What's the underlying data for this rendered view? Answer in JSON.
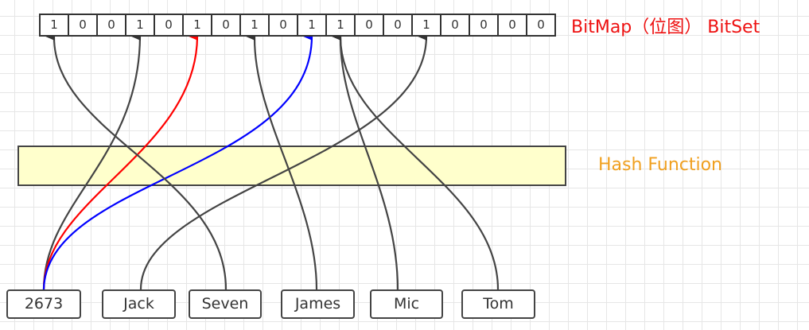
{
  "bitmap": {
    "label": "BitMap（位图） BitSet",
    "bits": [
      "1",
      "0",
      "0",
      "1",
      "0",
      "1",
      "0",
      "1",
      "0",
      "1",
      "1",
      "0",
      "0",
      "1",
      "0",
      "0",
      "0",
      "0"
    ]
  },
  "hash": {
    "label": "Hash Function"
  },
  "inputs": [
    "2673",
    "Jack",
    "Seven",
    "James",
    "Mic",
    "Tom"
  ],
  "connections": [
    {
      "from": "2673",
      "bit": 3,
      "color": "#444444"
    },
    {
      "from": "2673",
      "bit": 5,
      "color": "#ff0000"
    },
    {
      "from": "2673",
      "bit": 9,
      "color": "#0000ff"
    },
    {
      "from": "Jack",
      "bit": 13,
      "color": "#444444"
    },
    {
      "from": "Seven",
      "bit": 0,
      "color": "#444444"
    },
    {
      "from": "James",
      "bit": 7,
      "color": "#444444"
    },
    {
      "from": "Mic",
      "bit": 10,
      "color": "#444444"
    },
    {
      "from": "Tom",
      "bit": 10,
      "color": "#444444"
    }
  ]
}
